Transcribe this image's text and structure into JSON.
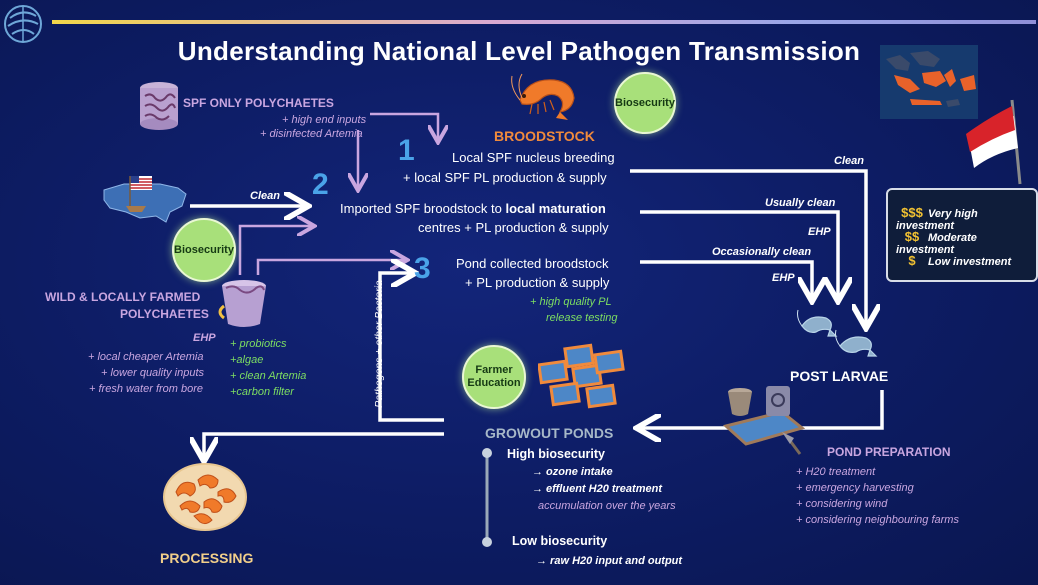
{
  "title": "Understanding National Level Pathogen Transmission",
  "spf_polychaetes": {
    "heading": "SPF ONLY POLYCHAETES",
    "items": [
      "+ high end inputs",
      "+ disinfected Artemia"
    ]
  },
  "broodstock": "BROODSTOCK",
  "biosecurity_label": "Biosecurity",
  "farmer_education": "Farmer Education",
  "route1": {
    "number": "1",
    "line1": "Local SPF nucleus breeding",
    "line2": "+ local SPF PL production & supply"
  },
  "route2": {
    "number": "2",
    "line1_a": "Imported SPF broodstock to ",
    "line1_b": "local maturation",
    "line2": "centres + PL production & supply"
  },
  "route3": {
    "number": "3",
    "line1": "Pond collected broodstock",
    "line2": "+ PL production & supply",
    "extra1": "+ high quality PL",
    "extra2": "release testing"
  },
  "arrow_labels": {
    "clean_left": "Clean",
    "clean_right": "Clean",
    "usually_clean": "Usually clean",
    "occasionally_clean": "Occasionally clean",
    "ehp_1": "EHP",
    "ehp_2": "EHP",
    "pathogens": "Pathogens + other Bacteria"
  },
  "wild_polychaetes": {
    "heading1": "WILD &  LOCALLY FARMED",
    "heading2": "POLYCHAETES",
    "ehp": "EHP",
    "left_items": [
      "+ local cheaper Artemia",
      "+ lower quality inputs",
      "+ fresh water from bore"
    ],
    "right_items": [
      "+ probiotics",
      "+algae",
      "+ clean Artemia",
      "+carbon filter"
    ]
  },
  "legend": [
    {
      "symbol": "$$$",
      "label": "Very high investment"
    },
    {
      "symbol": "$$",
      "label": "Moderate investment"
    },
    {
      "symbol": "$",
      "label": "Low investment"
    }
  ],
  "post_larvae": "POST LARVAE",
  "growout_ponds": "GROWOUT PONDS",
  "high_biosecurity": {
    "heading": "High biosecurity",
    "items": [
      "→ ozone intake",
      "→ effluent H20 treatment"
    ],
    "note": "accumulation over the years"
  },
  "low_biosecurity": {
    "heading": "Low biosecurity",
    "items": [
      "→ raw H20 input and output"
    ]
  },
  "pond_preparation": {
    "heading": "POND PREPARATION",
    "items": [
      "+ H20 treatment",
      "+ emergency harvesting",
      "+ considering wind",
      "+ considering neighbouring farms"
    ]
  },
  "processing": "PROCESSING",
  "colors": {
    "accent_blue": "#4aa3e8",
    "orange": "#f08a3c",
    "lavender": "#c9a6e0",
    "green": "#7dde62",
    "bio_circle": "#a8e07a"
  }
}
